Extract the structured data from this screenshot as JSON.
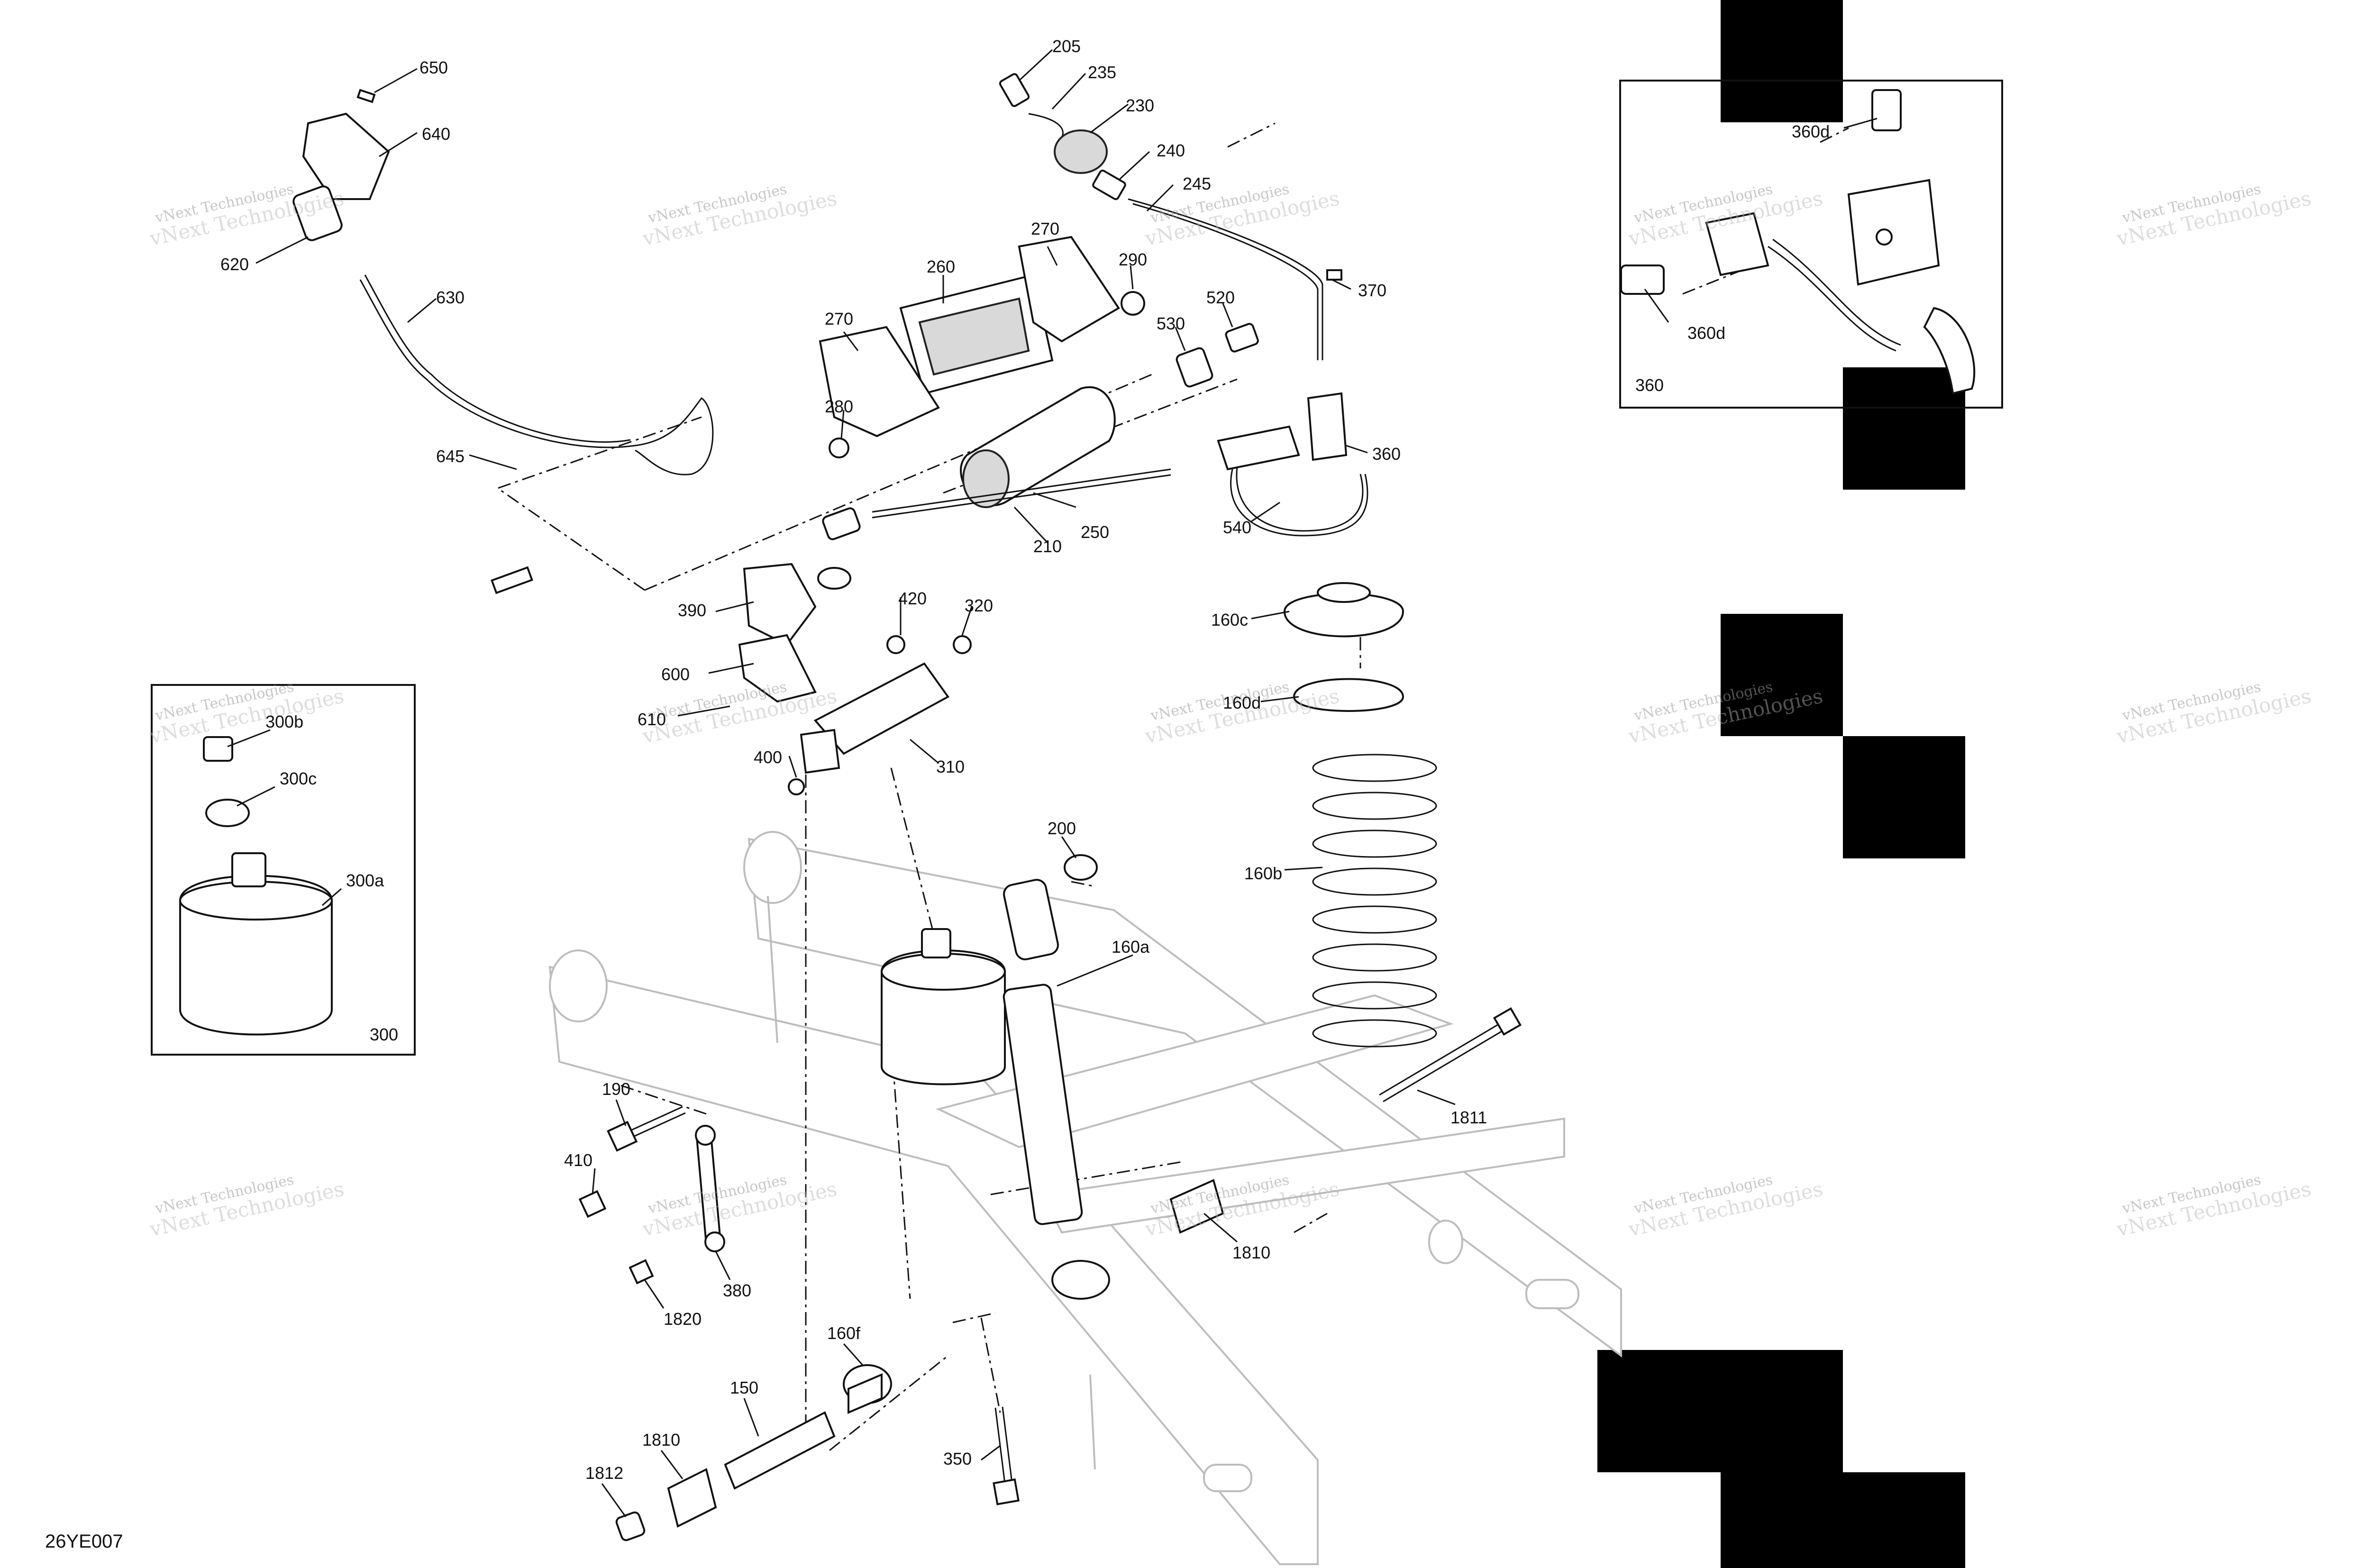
{
  "drawing_id": "26YE007",
  "watermark": {
    "line1": "vNext Technologies",
    "line2": "vNext Technologies"
  },
  "callouts": {
    "c150": "150",
    "c160a": "160a",
    "c160b": "160b",
    "c160c": "160c",
    "c160d": "160d",
    "c160f": "160f",
    "c190": "190",
    "c200": "200",
    "c205": "205",
    "c210": "210",
    "c230": "230",
    "c235": "235",
    "c240": "240",
    "c245": "245",
    "c250": "250",
    "c260": "260",
    "c270a": "270",
    "c270b": "270",
    "c280": "280",
    "c290": "290",
    "c300": "300",
    "c300a": "300a",
    "c300b": "300b",
    "c300c": "300c",
    "c310": "310",
    "c320": "320",
    "c350": "350",
    "c360": "360",
    "c360box": "360",
    "c360d_a": "360d",
    "c360d_b": "360d",
    "c370": "370",
    "c380": "380",
    "c390": "390",
    "c400": "400",
    "c410": "410",
    "c420": "420",
    "c520": "520",
    "c530": "530",
    "c540": "540",
    "c600": "600",
    "c610": "610",
    "c620": "620",
    "c630": "630",
    "c640": "640",
    "c645": "645",
    "c650": "650",
    "c1810a": "1810",
    "c1810b": "1810",
    "c1811": "1811",
    "c1812": "1812",
    "c1820": "1820"
  }
}
